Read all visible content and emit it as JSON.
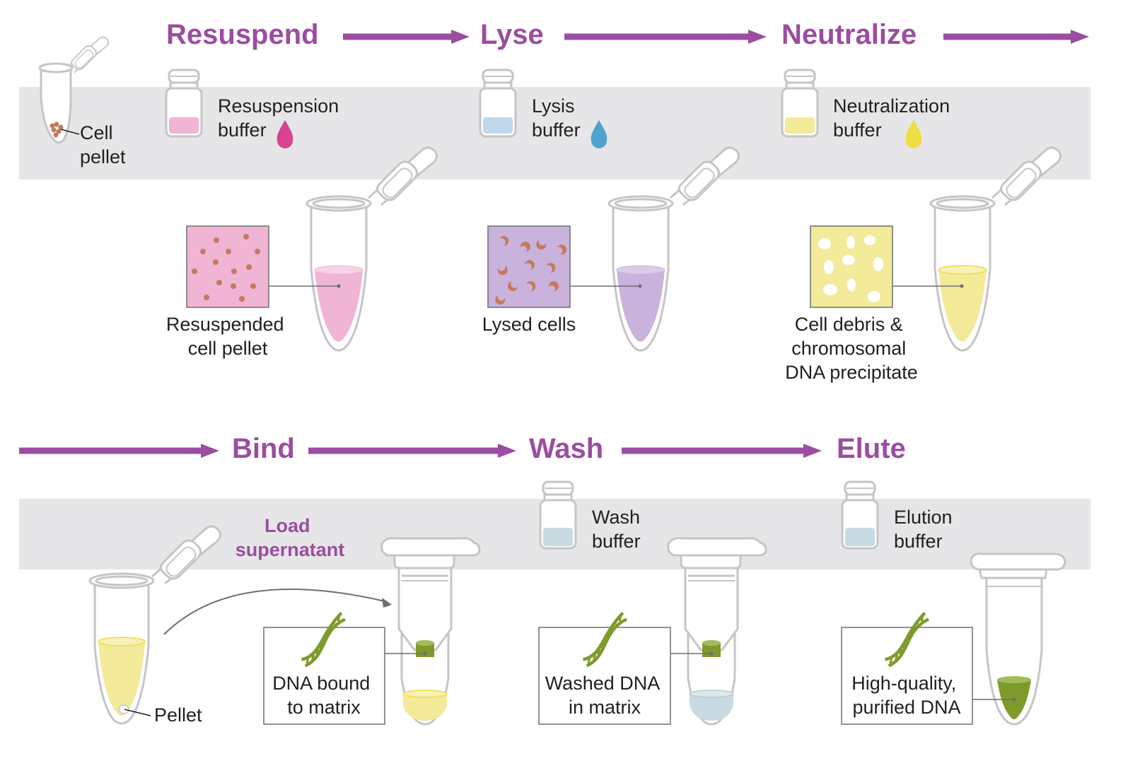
{
  "steps": {
    "resuspend": "Resuspend",
    "lyse": "Lyse",
    "neutralize": "Neutralize",
    "bind": "Bind",
    "wash": "Wash",
    "elute": "Elute"
  },
  "labels": {
    "cell_pellet": [
      "Cell",
      "pellet"
    ],
    "resuspension_buffer": [
      "Resuspension",
      "buffer"
    ],
    "lysis_buffer": [
      "Lysis",
      "buffer"
    ],
    "neutralization_buffer": [
      "Neutralization",
      "buffer"
    ],
    "resuspended_cell_pellet": [
      "Resuspended",
      "cell pellet"
    ],
    "lysed_cells": "Lysed cells",
    "cell_debris": [
      "Cell debris &",
      "chromosomal",
      "DNA precipitate"
    ],
    "load_supernatant": [
      "Load",
      "supernatant"
    ],
    "wash_buffer": [
      "Wash",
      "buffer"
    ],
    "elution_buffer": [
      "Elution",
      "buffer"
    ],
    "pellet": "Pellet",
    "dna_bound": [
      "DNA bound",
      "to matrix"
    ],
    "washed_dna": [
      "Washed DNA",
      "in matrix"
    ],
    "purified_dna": [
      "High-quality,",
      "purified DNA"
    ]
  },
  "colors": {
    "accent": "#9b4da0",
    "band": "#e6e6e8",
    "resuspension": "#f0b4d4",
    "resuspension_drop": "#d94391",
    "lysis": "#c0d8ec",
    "lysis_drop": "#4ea3cf",
    "lysed_liquid": "#c9b2dc",
    "neutralization": "#f3ea9a",
    "neutralization_drop": "#f0dc43",
    "wash_liquid": "#c8dae2",
    "dna_green": "#7e9a2b",
    "cell_brown": "#c57a5c"
  },
  "icons": [
    "tube-icon",
    "bottle-icon",
    "droplet-icon",
    "dna-helix-icon",
    "spin-column-icon",
    "arrow-icon"
  ]
}
